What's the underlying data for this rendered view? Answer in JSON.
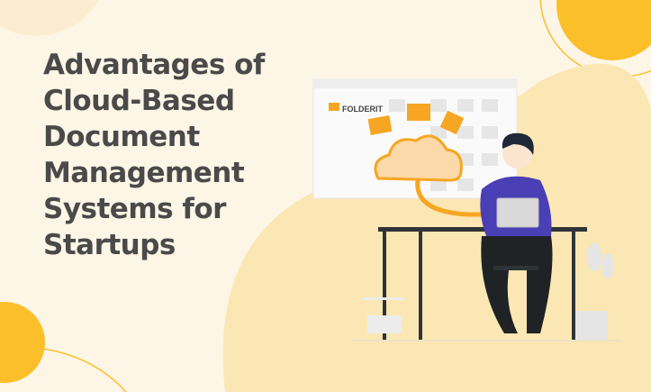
{
  "title_lines": [
    "Advantages of",
    "Cloud-Based",
    "Document",
    "Management",
    "Systems for",
    "Startups"
  ],
  "illustration": {
    "brand_logo_text": "FOLDERIT",
    "colors": {
      "background": "#fdf6e6",
      "blob": "#fbe7b3",
      "accent": "#f6a623",
      "yellow": "#fbbf2a",
      "shirt": "#4a3fb5",
      "text": "#4a4a4a"
    }
  }
}
